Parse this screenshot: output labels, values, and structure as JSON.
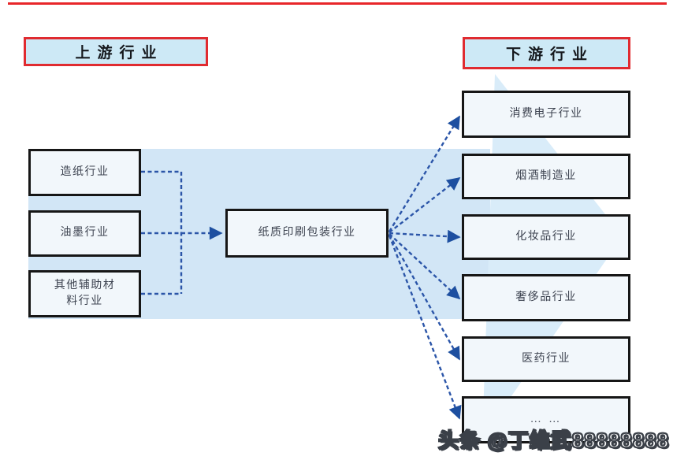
{
  "headers": {
    "upstream": "上游行业",
    "downstream": "下游行业"
  },
  "center": {
    "label": "纸质印刷包装行业"
  },
  "upstream_industries": [
    {
      "label": "造纸行业"
    },
    {
      "label": "油墨行业"
    },
    {
      "label": "其他辅助材\n料行业"
    }
  ],
  "downstream_industries": [
    {
      "label": "消费电子行业"
    },
    {
      "label": "烟酒制造业"
    },
    {
      "label": "化妆品行业"
    },
    {
      "label": "奢侈品行业"
    },
    {
      "label": "医药行业"
    },
    {
      "label": "… …"
    }
  ],
  "watermark": {
    "text": "头条 @丁维武88888888"
  },
  "colors": {
    "top_rule": "#e8262a",
    "header_border": "#e02b30",
    "header_fill": "#cde9f6",
    "node_border": "#161616",
    "node_fill": "#f2f7fb",
    "connector": "#2b55a8",
    "arrowhead": "#1d4fa0",
    "band_fill": "#d2e6f6",
    "arrow_shape_fill": "#d9ecf9"
  }
}
